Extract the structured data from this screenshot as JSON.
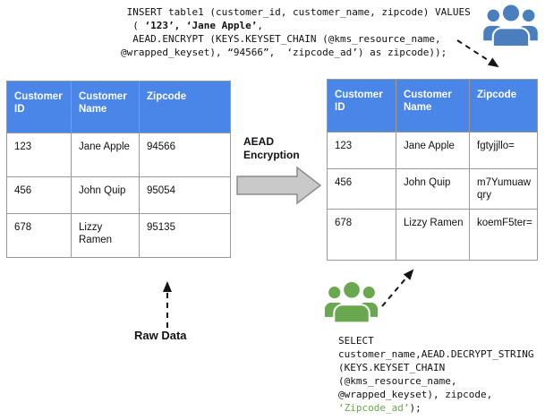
{
  "colors": {
    "header_blue": "#4a86e8",
    "table_border": "#999999",
    "icon_blue": "#4a7ebc",
    "icon_green": "#6aa84f",
    "code_green": "#6aa84f",
    "block_arrow_fill": "#c9c9c9",
    "block_arrow_stroke": "#8c8c8c"
  },
  "insert_query": {
    "lines": [
      [
        {
          "t": " INSERT table1 (customer_id, customer_name, zipcode) VALUES"
        }
      ],
      [
        {
          "t": "  ( "
        },
        {
          "t": "‘123’, ‘Jane Apple’",
          "b": true
        },
        {
          "t": ","
        }
      ],
      [
        {
          "t": "  AEAD.ENCRYPT (KEYS.KEYSET_CHAIN (@kms_resource_name,"
        }
      ],
      [
        {
          "t": "@wrapped_keyset), “94566”,  ‘zipcode_ad’) as zipcode));"
        }
      ]
    ]
  },
  "select_query": {
    "lines": [
      [
        {
          "t": "SELECT"
        }
      ],
      [
        {
          "t": "customer_name,AEAD.DECRYPT_STRING"
        }
      ],
      [
        {
          "t": "(KEYS.KEYSET_CHAIN"
        }
      ],
      [
        {
          "t": "(@kms_resource_name,"
        }
      ],
      [
        {
          "t": "@wrapped_keyset), zipcode,"
        }
      ],
      [
        {
          "t": "‘Zipcode_ad’",
          "g": true
        },
        {
          "t": ");"
        }
      ]
    ]
  },
  "left_table": {
    "headers": [
      "Customer ID",
      "Customer Name",
      "Zipcode"
    ],
    "rows": [
      [
        "123",
        "Jane Apple",
        "94566"
      ],
      [
        "456",
        "John Quip",
        "95054"
      ],
      [
        "678",
        "Lizzy Ramen",
        "95135"
      ]
    ]
  },
  "right_table": {
    "headers": [
      "Customer ID",
      "Customer Name",
      "Zipcode"
    ],
    "rows": [
      [
        "123",
        "Jane Apple",
        "fgtyjjllo="
      ],
      [
        "456",
        "John Quip",
        "m7Yumuawqry"
      ],
      [
        "678",
        "Lizzy Ramen",
        "koemF5ter="
      ]
    ]
  },
  "labels": {
    "transform": "AEAD Encryption",
    "raw_data": "Raw Data"
  },
  "icons": {
    "top_right": "users-group-blue",
    "bottom": "users-group-green",
    "middle": "block-arrow-right"
  }
}
